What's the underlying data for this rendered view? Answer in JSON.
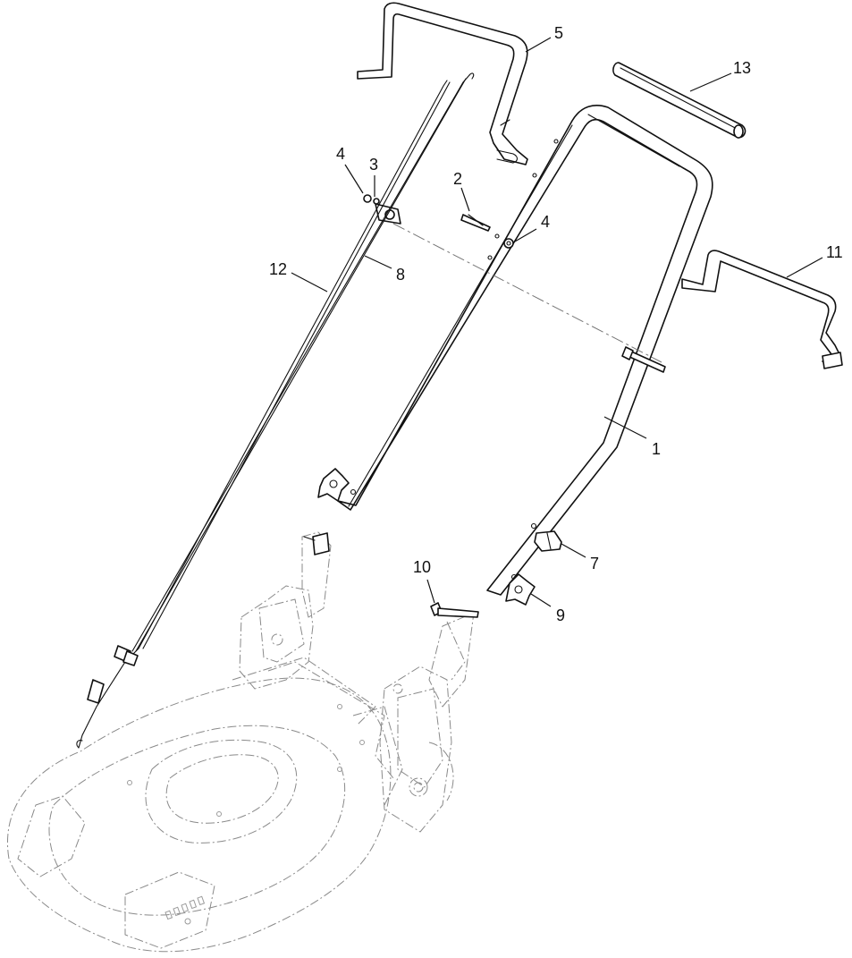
{
  "diagram": {
    "callouts": [
      {
        "id": "c1",
        "label": "1"
      },
      {
        "id": "c2",
        "label": "2"
      },
      {
        "id": "c3",
        "label": "3"
      },
      {
        "id": "c4a",
        "label": "4"
      },
      {
        "id": "c4b",
        "label": "4"
      },
      {
        "id": "c5",
        "label": "5"
      },
      {
        "id": "c7",
        "label": "7"
      },
      {
        "id": "c8",
        "label": "8"
      },
      {
        "id": "c9",
        "label": "9"
      },
      {
        "id": "c10",
        "label": "10"
      },
      {
        "id": "c11",
        "label": "11"
      },
      {
        "id": "c12",
        "label": "12"
      },
      {
        "id": "c13",
        "label": "13"
      }
    ]
  }
}
